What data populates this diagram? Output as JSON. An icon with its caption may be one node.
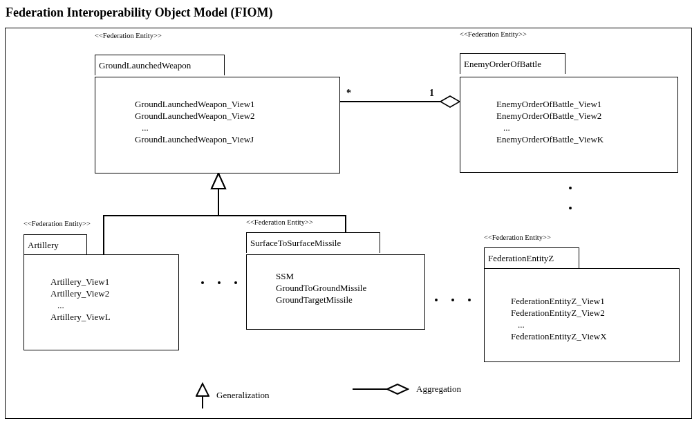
{
  "diagram": {
    "title": "Federation Interoperability Object Model (FIOM)",
    "nodes": [
      {
        "text": [
          "<<Federation Entity>>",
          "GroundLaunchedWeapon",
          "GroundLaunchedWeapon_View1",
          "GroundLaunchedWeapon_View2",
          "...",
          "GroundLaunchedWeapon_ViewJ"
        ]
      },
      {
        "text": [
          "<<Federation Entity>>",
          "EnemyOrderOfBattle",
          "EnemyOrderOfBattle_View1",
          "EnemyOrderOfBattle_View2",
          "...",
          "EnemyOrderOfBattle_ViewK"
        ]
      },
      {
        "text": [
          "<<Federation Entity>>",
          "Artillery",
          "Artillery_View1",
          "Artillery_View2",
          "...",
          "Artillery_ViewL"
        ]
      },
      {
        "text": [
          "<<Federation Entity>>",
          "SurfaceToSurfaceMissile",
          "SSM",
          "GroundToGroundMissile",
          "GroundTargetMissile"
        ]
      },
      {
        "text": [
          "<<Federation Entity>>",
          "FederationEntityZ",
          "FederationEntityZ_View1",
          "FederationEntityZ_View2",
          "...",
          "FederationEntityZ_ViewX"
        ]
      }
    ],
    "edges": [
      {
        "from": 2,
        "to": 0,
        "arrow": "to"
      },
      {
        "from": 3,
        "to": 0,
        "arrow": "to"
      },
      {
        "from": 0,
        "to": 1,
        "arrow": "other"
      }
    ],
    "labels": [
      "*",
      "1"
    ],
    "legend": [
      {
        "text": "Generalization"
      },
      {
        "text": "Aggregation"
      }
    ]
  }
}
